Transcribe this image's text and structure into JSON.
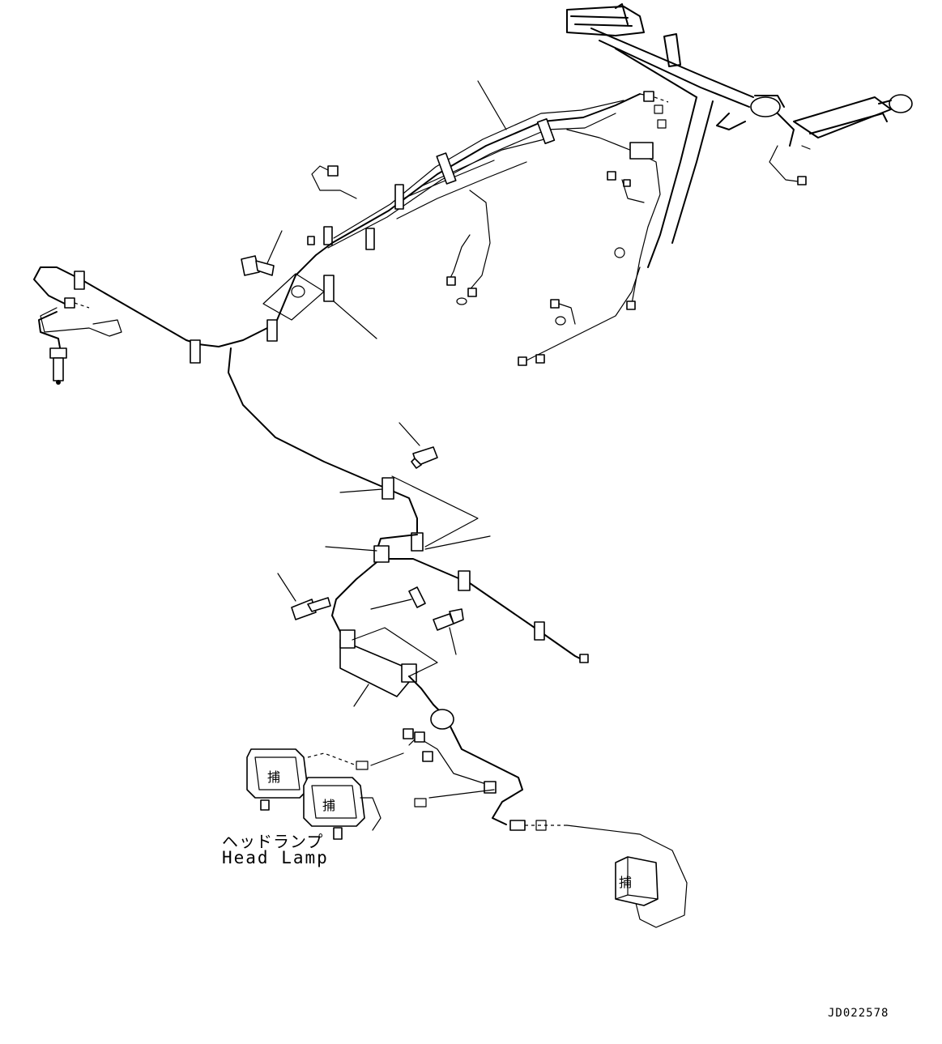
{
  "labels": {
    "head_lamp_jp": "ヘッドランプ",
    "head_lamp_en": "Head Lamp",
    "drawing_code": "JD022578"
  }
}
